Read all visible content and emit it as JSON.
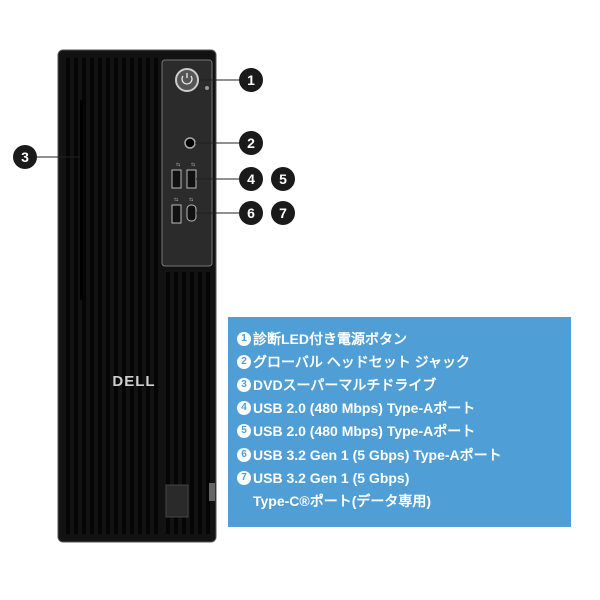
{
  "product": {
    "logo_text": "DELL",
    "body_color": "#121212",
    "panel_color": "#2b2b2b"
  },
  "callouts": [
    "1",
    "2",
    "3",
    "4",
    "5",
    "6",
    "7"
  ],
  "legend": {
    "background": "#4f9fd6",
    "items": [
      {
        "num": "1",
        "text": "診断LED付き電源ボタン"
      },
      {
        "num": "2",
        "text": "グローバル ヘッドセット ジャック"
      },
      {
        "num": "3",
        "text": "DVDスーパーマルチドライブ"
      },
      {
        "num": "4",
        "text": "USB 2.0 (480 Mbps) Type-Aポート"
      },
      {
        "num": "5",
        "text": "USB 2.0 (480 Mbps) Type-Aポート"
      },
      {
        "num": "6",
        "text": "USB 3.2 Gen 1 (5 Gbps) Type-Aポート"
      },
      {
        "num": "7",
        "text": "USB 3.2 Gen 1 (5 Gbps)",
        "continuation": "Type-C®ポート(データ専用)"
      }
    ]
  }
}
